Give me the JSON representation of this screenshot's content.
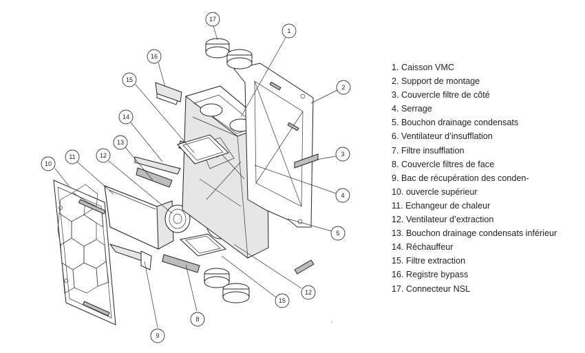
{
  "legend": [
    "1. Caisson VMC",
    "2. Support de montage",
    "3. Couvercle filtre de côté",
    "4. Serrage",
    "5. Bouchon drainage condensats",
    "6. Ventilateur d’insufflation",
    "7. Filtre insufflation",
    "8. Couvercle filtres de face",
    "9. Bac de récupération des conden-",
    "10. ouvercle supérieur",
    "11. Echangeur de chaleur",
    "12. Ventilateur d’extraction",
    "13. Bouchon drainage condensats inférieur",
    "14. Réchauffeur",
    "15. Filtre extraction",
    "16. Registre bypass",
    "17. Connecteur NSL"
  ],
  "callouts": {
    "c1": "1",
    "c2": "2",
    "c3": "3",
    "c4": "4",
    "c5": "5",
    "c8": "8",
    "c9": "9",
    "c10": "10",
    "c11": "11",
    "c12a": "12",
    "c12b": "12",
    "c13": "13",
    "c14": "14",
    "c15a": "15",
    "c15b": "15",
    "c16": "16",
    "c17": "17"
  },
  "footnote_mark": "‚"
}
